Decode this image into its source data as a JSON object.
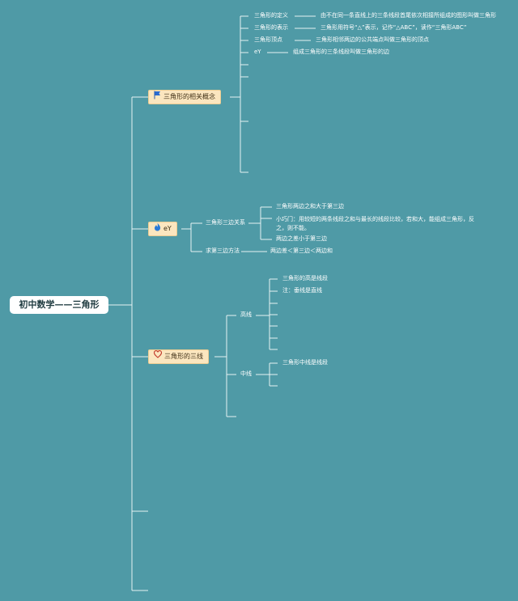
{
  "root": {
    "title": "初中数学——三角形"
  },
  "categories": [
    {
      "label": "三角形的相关概念",
      "icon": "flag-icon"
    },
    {
      "label": "eY",
      "icon": "fire-icon"
    },
    {
      "label": "三角形的三线",
      "icon": "heart-icon"
    }
  ],
  "concepts": {
    "items": [
      {
        "label": "三角形的定义",
        "desc": "由不在同一条直线上的三条线段首尾依次相接所组成的图形叫做三角形"
      },
      {
        "label": "三角形的表示",
        "desc": "三角形用符号“△”表示，记作“△ABC”，读作“三角形ABC”"
      },
      {
        "label": "三角形顶点",
        "desc": "三角形相邻两边的公共端点叫做三角形的顶点"
      },
      {
        "label": "eY",
        "desc": "组成三角形的三条线段叫做三角形的边"
      }
    ]
  },
  "sides": {
    "relation_label": "三角形三边关系",
    "relation_items": [
      "三角形两边之和大于第三边",
      "小巧门：用较短的两条线段之和与最长的线段比较，若和大，能组成三角形，反之，则不能。",
      "两边之差小于第三边"
    ],
    "method_label": "求第三边方法",
    "method_desc": "两边差＜第三边＜两边和"
  },
  "lines3": {
    "altitude_label": "高线",
    "altitude_items": [
      "三角形的高是线段",
      "注：垂线是直线"
    ],
    "median_label": "中线",
    "median_items": [
      "三角形中线是线段"
    ]
  },
  "colors": {
    "background": "#4f9aa6",
    "category_fill": "#fbe6bf",
    "line": "#e6f2f3"
  }
}
